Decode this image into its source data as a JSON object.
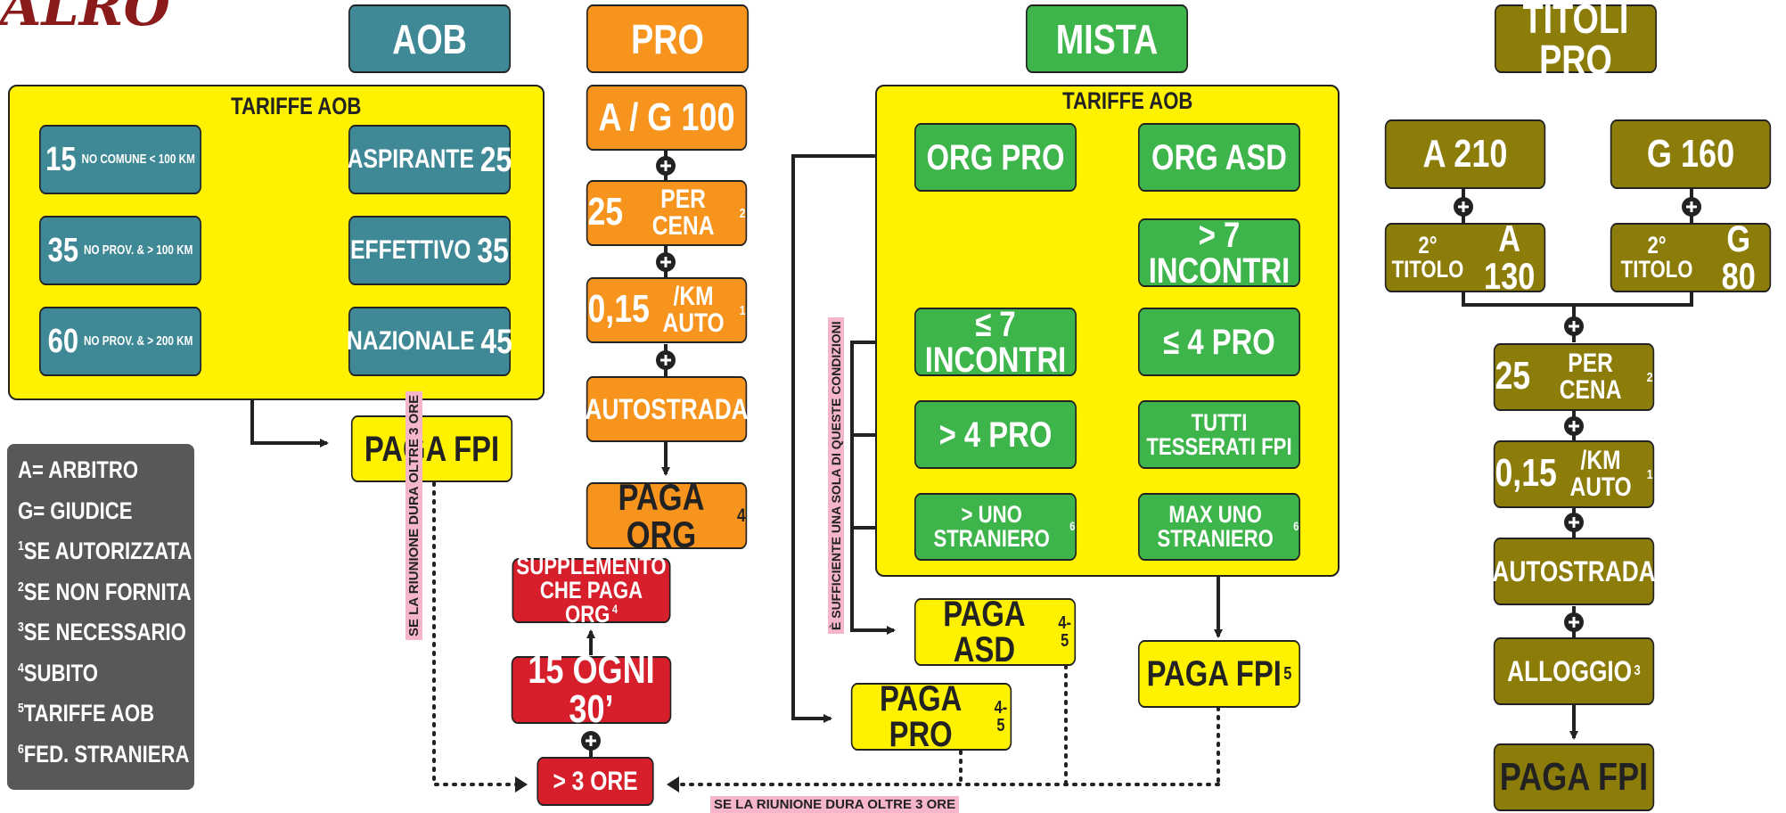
{
  "logo": "ALRO",
  "headers": {
    "aob": "AOB",
    "pro": "PRO",
    "mista": "MISTA",
    "titoli_pro": "TITOLI PRO"
  },
  "aob_panel": {
    "title": "TARIFFE AOB",
    "left": [
      {
        "value": "15",
        "note": "NO COMUNE < 100 KM"
      },
      {
        "value": "35",
        "note": "NO PROV. & > 100 KM"
      },
      {
        "value": "60",
        "note": "NO PROV. & > 200 KM"
      }
    ],
    "right": [
      {
        "label": "ASPIRANTE",
        "value": "25"
      },
      {
        "label": "EFFETTIVO",
        "value": "35"
      },
      {
        "label": "NAZIONALE",
        "value": "45"
      }
    ],
    "pay": "PAGA FPI"
  },
  "pro_column": {
    "fee": "A / G 100",
    "dinner_value": "25",
    "dinner_text": "PER CENA",
    "dinner_sup": "2",
    "km_value": "0,15",
    "km_text": "/KM AUTO",
    "km_sup": "1",
    "highway": "AUTOSTRADA",
    "pay": "PAGA ORG",
    "pay_sup": "4"
  },
  "supplement": {
    "text1": "SUPPLEMENTO",
    "text2": "CHE PAGA ORG",
    "sup": "4",
    "every": "15 OGNI 30’",
    "over": "> 3 ORE"
  },
  "mista_panel": {
    "title": "TARIFFE AOB",
    "org_pro": "ORG PRO",
    "org_asd": "ORG ASD",
    "over7": "> 7 INCONTRI",
    "le7": "≤ 7 INCONTRI",
    "le4pro": "≤ 4 PRO",
    "gt4pro": "> 4 PRO",
    "all_fpi": "TUTTI TESSERATI FPI",
    "one_foreign": "> UNO STRANIERO",
    "one_foreign_sup": "6",
    "max_foreign": "MAX UNO STRANIERO",
    "max_foreign_sup": "6",
    "pay_asd": "PAGA ASD",
    "pay_asd_sup": "4-5",
    "pay_pro": "PAGA PRO",
    "pay_pro_sup": "4-5",
    "pay_fpi": "PAGA FPI",
    "pay_fpi_sup": "5",
    "condition_note": "È SUFFICIENTE UNA SOLA DI QUESTE CONDIZIONI"
  },
  "titoli": {
    "a": "A  210",
    "g": "G 160",
    "a2_prefix": "2° TITOLO",
    "a2_value": "A 130",
    "g2_prefix": "2° TITOLO",
    "g2_value": "G 80",
    "dinner_value": "25",
    "dinner_text": "PER CENA",
    "dinner_sup": "2",
    "km_value": "0,15",
    "km_text": "/KM AUTO",
    "km_sup": "1",
    "highway": "AUTOSTRADA",
    "lodging": "ALLOGGIO",
    "lodging_sup": "3",
    "pay": "PAGA FPI"
  },
  "notes": {
    "meeting_over_3h_vertical": "SE LA RIUNIONE DURA OLTRE 3 ORE",
    "meeting_over_3h_bottom": "SE LA RIUNIONE DURA OLTRE 3 ORE"
  },
  "legend": [
    {
      "sup": "",
      "text": "A= ARBITRO"
    },
    {
      "sup": "",
      "text": "G= GIUDICE"
    },
    {
      "sup": "1",
      "text": "SE AUTORIZZATA"
    },
    {
      "sup": "2",
      "text": "SE NON FORNITA"
    },
    {
      "sup": "3",
      "text": "SE NECESSARIO"
    },
    {
      "sup": "4",
      "text": "SUBITO"
    },
    {
      "sup": "5",
      "text": "TARIFFE AOB"
    },
    {
      "sup": "6",
      "text": "FED. STRANIERA"
    }
  ],
  "colors": {
    "teal": "#3f8895",
    "orange": "#f7941e",
    "green": "#3db54a",
    "olive": "#8c7d0b",
    "yellow": "#fff200",
    "red": "#d71f2b",
    "legend_bg": "#595858"
  }
}
